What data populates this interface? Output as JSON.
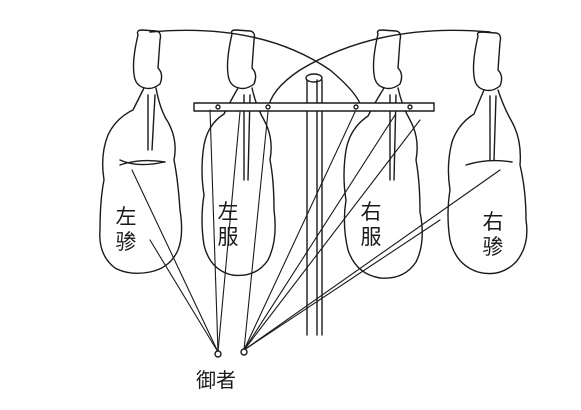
{
  "horses": {
    "left_outer": {
      "line1": "左",
      "line2": "骖"
    },
    "left_inner": {
      "line1": "左",
      "line2": "服"
    },
    "right_inner": {
      "line1": "右",
      "line2": "服"
    },
    "right_outer": {
      "line1": "右",
      "line2": "骖"
    }
  },
  "driver": {
    "label": "御者"
  },
  "colors": {
    "stroke": "#1a1a1a",
    "fill": "#ffffff"
  }
}
